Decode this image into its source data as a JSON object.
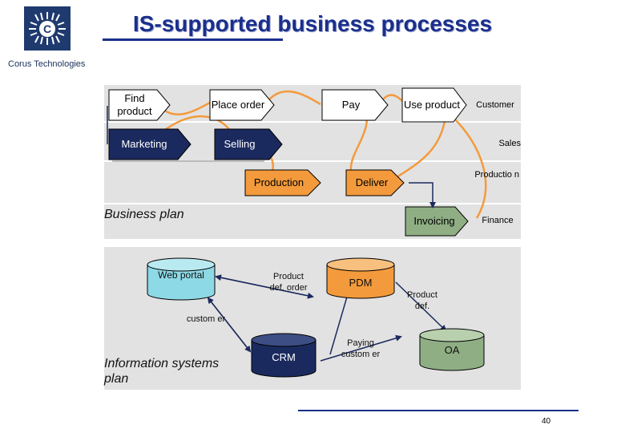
{
  "header": {
    "title": "IS-supported business processes",
    "company": "Corus Technologies",
    "logo_letter": "C"
  },
  "business_plan": {
    "label": "Business plan",
    "lanes": {
      "customer": "Customer",
      "sales": "Sales",
      "production": "Productio n",
      "finance": "Finance"
    },
    "process_steps": {
      "find_product": "Find product",
      "place_order": "Place order",
      "pay": "Pay",
      "use_product": "Use product",
      "marketing": "Marketing",
      "selling": "Selling",
      "production": "Production",
      "deliver": "Deliver",
      "invoicing": "Invoicing"
    }
  },
  "information_systems_plan": {
    "label": "Information systems plan",
    "systems": {
      "web_portal": "Web portal",
      "pdm": "PDM",
      "crm": "CRM",
      "oa": "OA"
    },
    "flows": {
      "product_def_order": "Product def. order",
      "product_def": "Product def.",
      "customer": "custom er",
      "paying_customer": "Paying custom er"
    }
  },
  "footer": {
    "page": "40"
  },
  "colors": {
    "navy": "#1b2a5e",
    "orange": "#f39a3c",
    "green": "#8fae84",
    "cyan": "#8ed9e6",
    "panel": "#e2e2e2",
    "title": "#1a2f8c"
  }
}
